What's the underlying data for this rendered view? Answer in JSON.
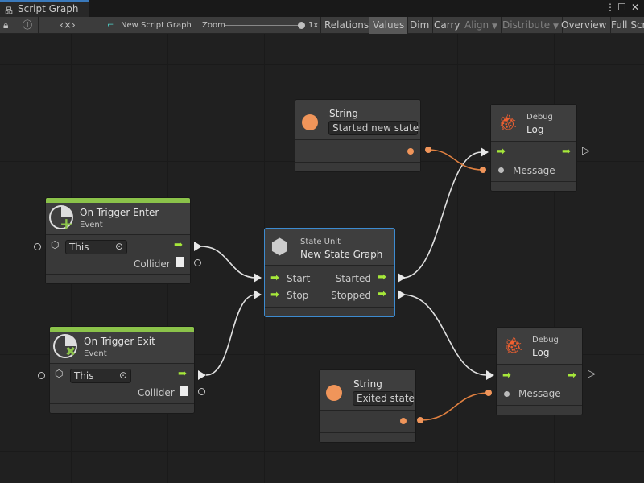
{
  "window": {
    "tab_title": "Script Graph",
    "tab_icon": "hierarchy-icon"
  },
  "toolbar": {
    "graph_name": "New Script Graph",
    "zoom_label": "Zoom",
    "zoom_value": "1x",
    "zoom_level": 1.0,
    "buttons": [
      "Relations",
      "Values",
      "Dim",
      "Carry",
      "Align",
      "Distribute",
      "Overview",
      "Full Scr"
    ],
    "active": "Values",
    "disabled": [
      "Align",
      "Distribute"
    ]
  },
  "nodes": {
    "string1": {
      "title": "String",
      "value": "Started new state!"
    },
    "string2": {
      "title": "String",
      "value": "Exited state"
    },
    "debug1": {
      "category": "Debug",
      "title": "Log",
      "port": "Message"
    },
    "debug2": {
      "category": "Debug",
      "title": "Log",
      "port": "Message"
    },
    "enter": {
      "title": "On Trigger Enter",
      "category": "Event",
      "target": "This",
      "output": "Collider"
    },
    "exit": {
      "title": "On Trigger Exit",
      "category": "Event",
      "target": "This",
      "output": "Collider"
    },
    "state": {
      "category": "State Unit",
      "title": "New  State  Graph",
      "in1": "Start",
      "in2": "Stop",
      "out1": "Started",
      "out2": "Stopped"
    }
  },
  "colors": {
    "event_bar": "#8bc34a",
    "control_arrow": "#a6e83a",
    "string_port": "#f0955a",
    "selection": "#3d8bd0",
    "debug_icon": "#f06030"
  }
}
